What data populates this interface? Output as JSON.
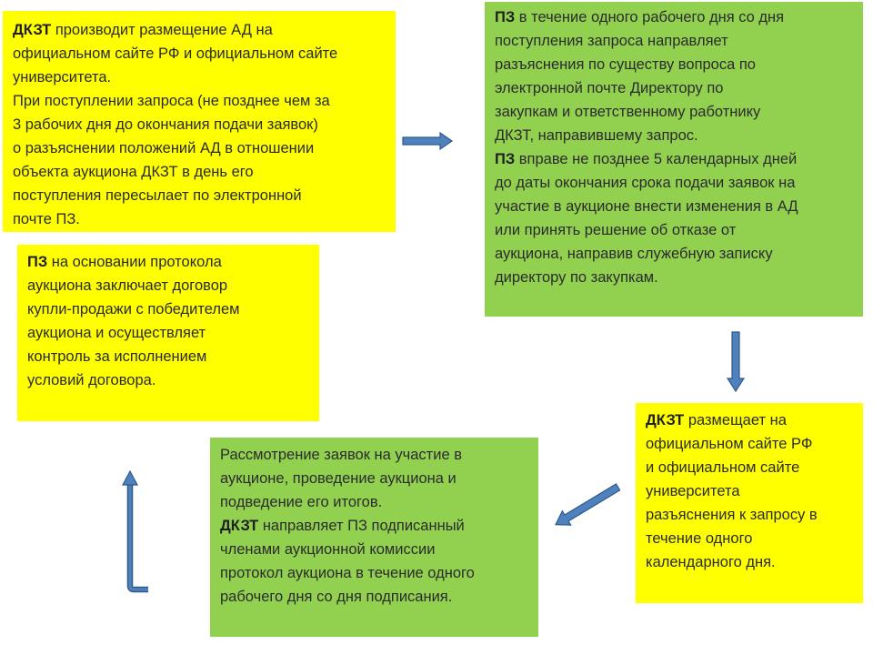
{
  "boxes": {
    "b1": {
      "segments": [
        {
          "bold": "ДКЗТ",
          "text": " производит  размещение  АД  на\nофициальном  сайте РФ и официальном  сайте\nуниверситета.\nПри поступлении запроса (не позднее чем за\n3 рабочих дня до окончания подачи заявок)\nо разъяснении положений АД в отношении\nобъекта аукциона ДКЗТ в день  его\nпоступления пересылает  по электронной\nпочте  ПЗ."
        }
      ]
    },
    "b2": {
      "segments": [
        {
          "bold": "ПЗ",
          "text": " в течение одного рабочего дня со дня\nпоступления запроса направляет\nразъяснения  по существу вопроса по\nэлектронной почте  Директору  по\nзакупкам и ответственному  работнику\nДКЗТ, направившему запрос.\n"
        },
        {
          "bold": "ПЗ",
          "text": " вправе  не позднее 5 календарных дней\nдо даты окончания срока подачи заявок на\nучастие в аукционе внести изменения  в АД\nили принять решение   об отказе от\nаукциона, направив служебную записку\nдиректору по закупкам."
        }
      ]
    },
    "b3": {
      "segments": [
        {
          "bold": "ПЗ",
          "text": " на основании протокола\nаукциона заключает договор\nкупли-продажи  с победителем\nаукциона и осуществляет\nконтроль  за исполнением\nусловий договора."
        }
      ]
    },
    "b4": {
      "segments": [
        {
          "bold": "ДКЗТ",
          "text": " размещает на\nофициальном  сайте  РФ\nи официальном  сайте\nуниверситета\nразъяснения  к запросу  в\nтечение  одного\nкалендарного дня."
        }
      ]
    },
    "b5": {
      "segments": [
        {
          "bold": "",
          "text": "Рассмотрение  заявок на участие в\nаукционе, проведение аукциона и\nподведение  его итогов.\n"
        },
        {
          "bold": "ДКЗТ",
          "text": " направляет ПЗ подписанный\nчленами аукционной комиссии\nпротокол аукциона в течение  одного\nрабочего дня со дня подписания."
        }
      ]
    }
  },
  "colors": {
    "yellow": "#ffff00",
    "green": "#92d050",
    "arrow_fill": "#4f81bd",
    "arrow_stroke": "#2e5a8a"
  },
  "arrows": [
    "right-arrow",
    "down-arrow",
    "down-left-arrow",
    "up-arrow"
  ]
}
